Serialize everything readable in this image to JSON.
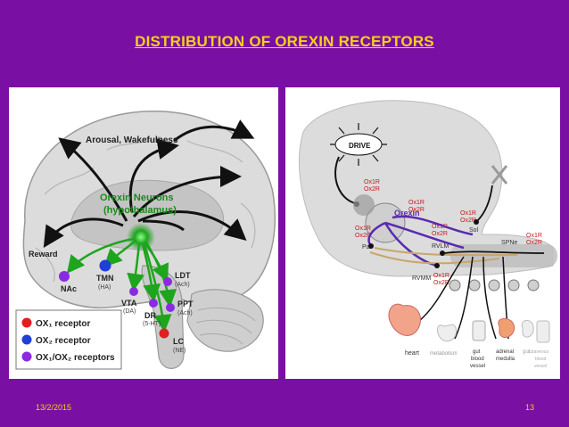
{
  "slide": {
    "title": "DISTRIBUTION OF OREXIN RECEPTORS",
    "footer_date": "13/2/2015",
    "page_number": "13"
  },
  "colors": {
    "background": "#7a0fa3",
    "title": "#f2d21a",
    "ox1": "#e02020",
    "ox2": "#1f3fd6",
    "ox12": "#8a2be2",
    "orexin_green": "#1ea51e"
  },
  "left_diagram": {
    "arousal_label": "Arousal, Wakefulness",
    "orexin_label_1": "Orexin Neurons",
    "orexin_label_2": "(hypothalamus)",
    "reward": "Reward",
    "nac": "NAc",
    "tmn": "TMN",
    "tmn_sub": "(HA)",
    "vta": "VTA",
    "vta_sub": "(DA)",
    "dr": "DR",
    "dr_sub": "(5-HT)",
    "ldt": "LDT",
    "ldt_sub": "(Ach)",
    "ppt": "PPT",
    "ppt_sub": "(Ach)",
    "lc": "LC",
    "lc_sub": "(NE)",
    "legend": {
      "ox1": "OX₁ receptor",
      "ox2": "OX₂ receptor",
      "ox12": "OX₁/OX₂ receptors"
    }
  },
  "right_diagram": {
    "drive": "DRIVE",
    "orexin": "Orexin",
    "ox1r": "Ox1R",
    "ox2r": "Ox2R",
    "pa": "Pa",
    "rvlm": "RVLM",
    "rvmm": "RVMM",
    "sol": "Sol",
    "spn": "SPNe",
    "heart": "heart",
    "metabolism": "metabolism",
    "gut1": "gut",
    "gut2": "blood",
    "gut3": "vessel",
    "adrenal1": "adrenal",
    "adrenal2": "medulla",
    "gut_b": "gut",
    "cut1": "cutaneous",
    "cut2": "blood",
    "cut3": "vessel"
  }
}
